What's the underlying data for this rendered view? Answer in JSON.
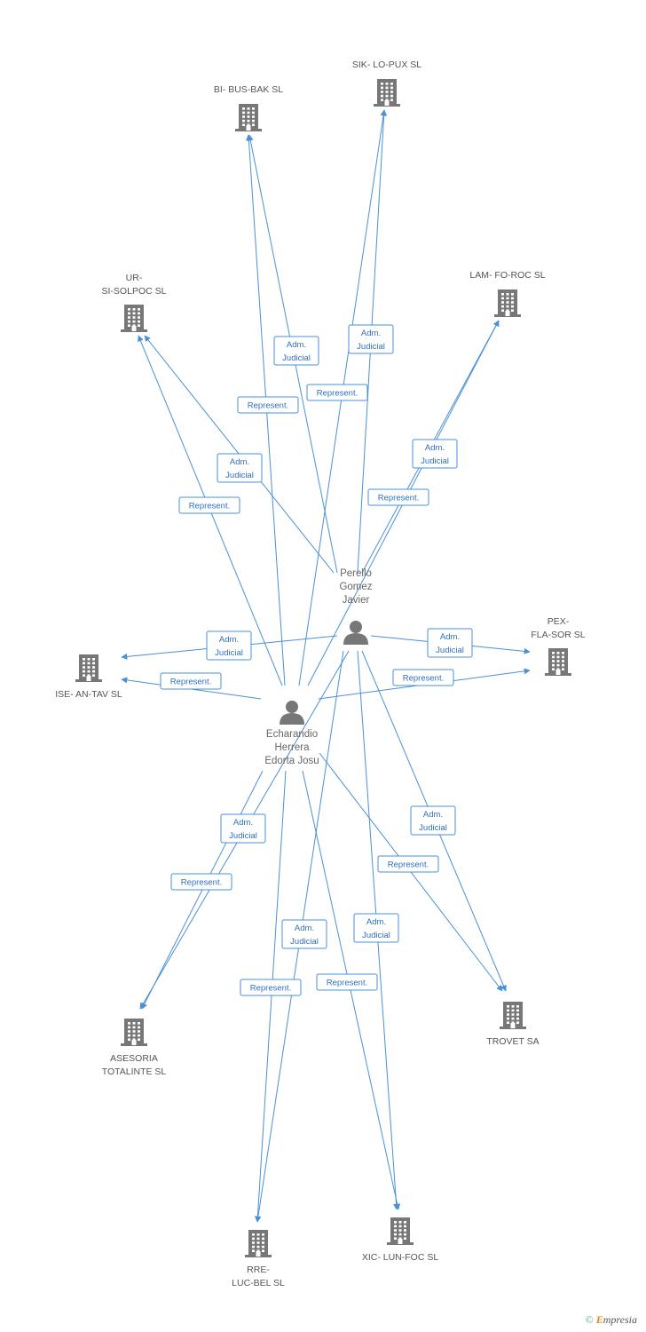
{
  "colors": {
    "edge": "#4a90d9",
    "node": "#777777",
    "label": "#555555"
  },
  "persons": [
    {
      "id": "p1",
      "label_lines": [
        "Perello",
        "Gomez",
        "Javier"
      ],
      "icon": "person-icon"
    },
    {
      "id": "p2",
      "label_lines": [
        "Echarandio",
        "Herrera",
        "Edorta Josu"
      ],
      "icon": "person-icon"
    }
  ],
  "companies": [
    {
      "id": "c1",
      "label_lines": [
        "BI- BUS-BAK SL"
      ],
      "icon": "building-icon"
    },
    {
      "id": "c2",
      "label_lines": [
        "SIK- LO-PUX SL"
      ],
      "icon": "building-icon"
    },
    {
      "id": "c3",
      "label_lines": [
        "UR-",
        "SI-SOLPOC SL"
      ],
      "icon": "building-icon"
    },
    {
      "id": "c4",
      "label_lines": [
        "LAM- FO-ROC SL"
      ],
      "icon": "building-icon"
    },
    {
      "id": "c5",
      "label_lines": [
        "ISE- AN-TAV SL"
      ],
      "icon": "building-icon"
    },
    {
      "id": "c6",
      "label_lines": [
        "PEX-",
        "FLA-SOR SL"
      ],
      "icon": "building-icon"
    },
    {
      "id": "c7",
      "label_lines": [
        "ASESORIA",
        "TOTALINTE SL"
      ],
      "icon": "building-icon"
    },
    {
      "id": "c8",
      "label_lines": [
        "TROVET SA"
      ],
      "icon": "building-icon"
    },
    {
      "id": "c9",
      "label_lines": [
        "RRE-",
        "LUC-BEL SL"
      ],
      "icon": "building-icon"
    },
    {
      "id": "c10",
      "label_lines": [
        "XIC- LUN-FOC SL"
      ],
      "icon": "building-icon"
    }
  ],
  "edges": [
    {
      "from": "p1",
      "to": "c1",
      "label_lines": [
        "Adm.",
        "Judicial"
      ]
    },
    {
      "from": "p2",
      "to": "c1",
      "label_lines": [
        "Represent."
      ]
    },
    {
      "from": "p1",
      "to": "c2",
      "label_lines": [
        "Adm.",
        "Judicial"
      ]
    },
    {
      "from": "p2",
      "to": "c2",
      "label_lines": [
        "Represent."
      ]
    },
    {
      "from": "p1",
      "to": "c3",
      "label_lines": [
        "Adm.",
        "Judicial"
      ]
    },
    {
      "from": "p2",
      "to": "c3",
      "label_lines": [
        "Represent."
      ]
    },
    {
      "from": "p1",
      "to": "c4",
      "label_lines": [
        "Adm.",
        "Judicial"
      ]
    },
    {
      "from": "p2",
      "to": "c4",
      "label_lines": [
        "Represent."
      ]
    },
    {
      "from": "p1",
      "to": "c5",
      "label_lines": [
        "Adm.",
        "Judicial"
      ]
    },
    {
      "from": "p2",
      "to": "c5",
      "label_lines": [
        "Represent."
      ]
    },
    {
      "from": "p1",
      "to": "c6",
      "label_lines": [
        "Adm.",
        "Judicial"
      ]
    },
    {
      "from": "p2",
      "to": "c6",
      "label_lines": [
        "Represent."
      ]
    },
    {
      "from": "p1",
      "to": "c7",
      "label_lines": [
        "Adm.",
        "Judicial"
      ]
    },
    {
      "from": "p2",
      "to": "c7",
      "label_lines": [
        "Represent."
      ]
    },
    {
      "from": "p1",
      "to": "c8",
      "label_lines": [
        "Adm.",
        "Judicial"
      ]
    },
    {
      "from": "p2",
      "to": "c8",
      "label_lines": [
        "Represent."
      ]
    },
    {
      "from": "p1",
      "to": "c9",
      "label_lines": [
        "Adm.",
        "Judicial"
      ]
    },
    {
      "from": "p2",
      "to": "c9",
      "label_lines": [
        "Represent."
      ]
    },
    {
      "from": "p1",
      "to": "c10",
      "label_lines": [
        "Adm.",
        "Judicial"
      ]
    },
    {
      "from": "p2",
      "to": "c10",
      "label_lines": [
        "Represent."
      ]
    }
  ],
  "footer": {
    "copyright": "©",
    "brand_initial": "E",
    "brand_rest": "mpresia"
  }
}
